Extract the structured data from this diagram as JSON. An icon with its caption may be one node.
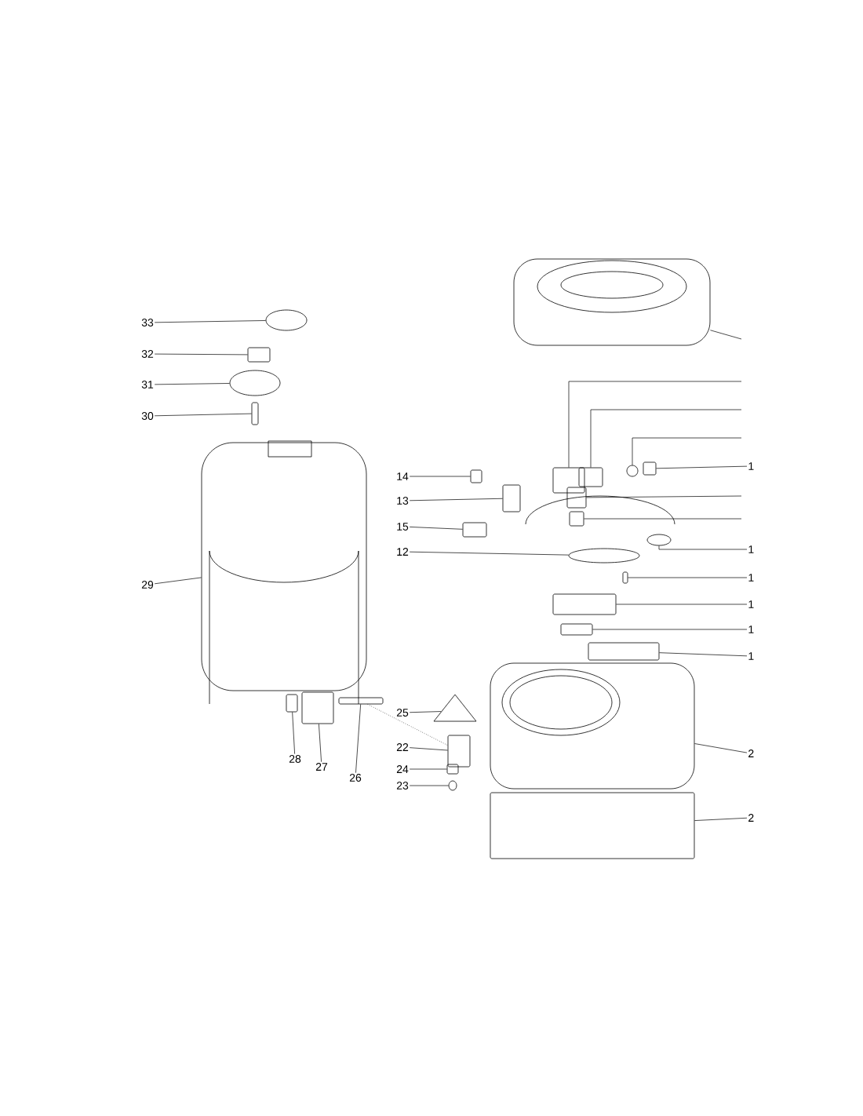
{
  "diagram": {
    "nodes": [
      {
        "text": [
          "33"
        ]
      },
      {
        "text": [
          "32"
        ]
      },
      {
        "text": [
          "31"
        ]
      },
      {
        "text": [
          "30"
        ]
      },
      {
        "text": [
          "29"
        ]
      },
      {
        "text": [
          "14"
        ]
      },
      {
        "text": [
          "13"
        ]
      },
      {
        "text": [
          "15"
        ]
      },
      {
        "text": [
          "12"
        ]
      },
      {
        "text": [
          "25"
        ]
      },
      {
        "text": [
          "22"
        ]
      },
      {
        "text": [
          "24"
        ]
      },
      {
        "text": [
          "23"
        ]
      },
      {
        "text": [
          "28"
        ]
      },
      {
        "text": [
          "27"
        ]
      },
      {
        "text": [
          "26"
        ]
      },
      {
        "text": [
          "1"
        ]
      },
      {
        "text": [
          "1"
        ]
      },
      {
        "text": [
          "1"
        ]
      },
      {
        "text": [
          "1"
        ]
      },
      {
        "text": [
          "1"
        ]
      },
      {
        "text": [
          "1"
        ]
      },
      {
        "text": [
          "2"
        ]
      },
      {
        "text": [
          "2"
        ]
      },
      {
        "text": [],
        "shape": "picture"
      },
      {
        "text": [],
        "shape": "box"
      },
      {
        "text": [],
        "shape": "box"
      },
      {
        "text": [],
        "shape": "circle"
      },
      {
        "text": [],
        "shape": "box"
      },
      {
        "text": [],
        "shape": "box"
      },
      {
        "text": [],
        "shape": "box"
      },
      {
        "text": [],
        "shape": "circle"
      },
      {
        "text": [],
        "shape": "box"
      },
      {
        "text": [],
        "shape": "box"
      },
      {
        "text": [],
        "shape": "box"
      },
      {
        "text": [],
        "shape": "box"
      },
      {
        "text": [],
        "shape": "picture"
      },
      {
        "text": [],
        "shape": "box"
      },
      {
        "text": [],
        "shape": "circle"
      },
      {
        "text": [],
        "shape": "box"
      },
      {
        "text": [],
        "shape": "circle"
      },
      {
        "text": [],
        "shape": "box"
      },
      {
        "text": [],
        "shape": "picture"
      },
      {
        "text": [],
        "shape": "box"
      },
      {
        "text": [],
        "shape": "box"
      },
      {
        "text": [],
        "shape": "box"
      },
      {
        "text": [],
        "shape": "circle"
      },
      {
        "text": [],
        "shape": "triangle"
      },
      {
        "text": [],
        "shape": "box"
      },
      {
        "text": [],
        "shape": "box"
      },
      {
        "text": [],
        "shape": "circle"
      },
      {
        "text": [],
        "shape": "box"
      },
      {
        "text": [],
        "shape": "box"
      },
      {
        "text": [],
        "shape": "box"
      }
    ],
    "edges": [
      {
        "from": 0,
        "to": 38,
        "arrow": "none"
      },
      {
        "from": 1,
        "to": 39,
        "arrow": "none"
      },
      {
        "from": 2,
        "to": 40,
        "arrow": "none"
      },
      {
        "from": 3,
        "to": 41,
        "arrow": "none"
      },
      {
        "from": 4,
        "to": 42,
        "arrow": "none"
      },
      {
        "from": 5,
        "to": 43,
        "arrow": "none"
      },
      {
        "from": 6,
        "to": 44,
        "arrow": "none"
      },
      {
        "from": 7,
        "to": 45,
        "arrow": "none"
      },
      {
        "from": 8,
        "to": 46,
        "arrow": "none"
      },
      {
        "from": 9,
        "to": 47,
        "arrow": "none"
      },
      {
        "from": 10,
        "to": 48,
        "arrow": "none"
      },
      {
        "from": 11,
        "to": 49,
        "arrow": "none"
      },
      {
        "from": 12,
        "to": 50,
        "arrow": "none"
      },
      {
        "from": 13,
        "to": 51,
        "arrow": "none"
      },
      {
        "from": 14,
        "to": 52,
        "arrow": "none"
      },
      {
        "from": 15,
        "to": 53,
        "arrow": "none"
      },
      {
        "from": null,
        "to": 24,
        "arrow": "none"
      },
      {
        "from": null,
        "to": 25,
        "arrow": "none"
      },
      {
        "from": null,
        "to": 26,
        "arrow": "none"
      },
      {
        "from": null,
        "to": 27,
        "arrow": "none"
      },
      {
        "from": 16,
        "to": 28,
        "arrow": "none"
      },
      {
        "from": null,
        "to": 29,
        "arrow": "none"
      },
      {
        "from": null,
        "to": 30,
        "arrow": "none"
      },
      {
        "from": 17,
        "to": 31,
        "arrow": "none"
      },
      {
        "from": 18,
        "to": 32,
        "arrow": "none"
      },
      {
        "from": 19,
        "to": 33,
        "arrow": "none"
      },
      {
        "from": 20,
        "to": 34,
        "arrow": "none"
      },
      {
        "from": 21,
        "to": 35,
        "arrow": "none"
      },
      {
        "from": 22,
        "to": 36,
        "arrow": "none"
      },
      {
        "from": 23,
        "to": 37,
        "arrow": "none"
      },
      {
        "from": 53,
        "to": 48,
        "arrow": "none",
        "style": "dashed"
      }
    ]
  }
}
